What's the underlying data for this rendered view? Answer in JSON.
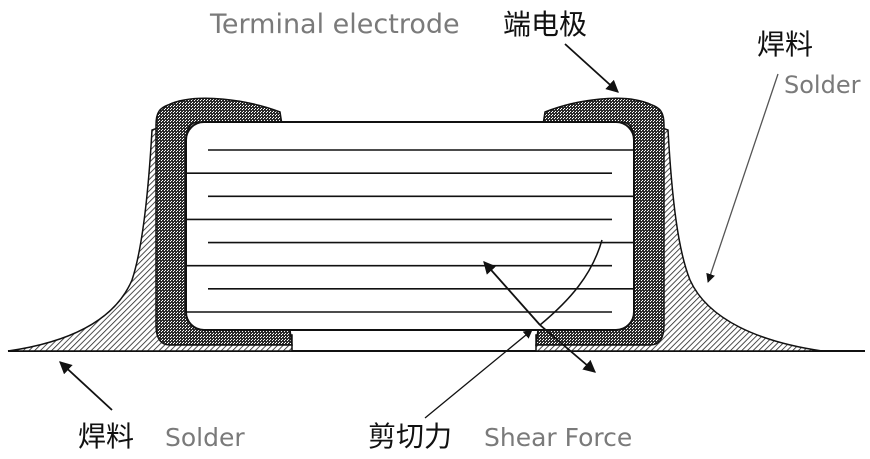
{
  "labels": {
    "terminal_en": "Terminal electrode",
    "terminal_zh": "端电极",
    "solder_right_zh": "焊料",
    "solder_right_en": "Solder",
    "solder_left_zh": "焊料",
    "solder_left_en": "Solder",
    "shear_zh": "剪切力",
    "shear_en": "Shear Force"
  },
  "colors": {
    "outline": "#111111",
    "text_en": "#7a7a7a",
    "text_zh": "#111111",
    "background": "#ffffff"
  },
  "internal_electrode_count": 8
}
